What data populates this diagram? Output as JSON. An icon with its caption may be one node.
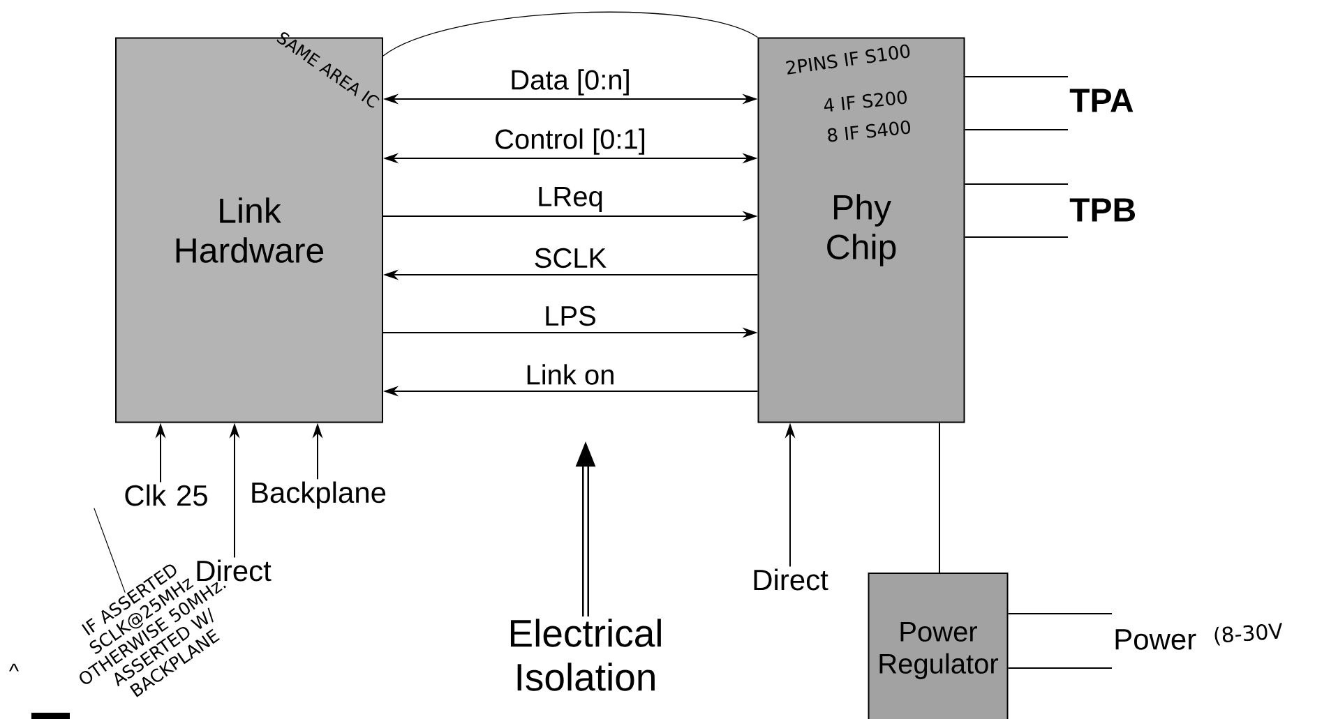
{
  "diagram": {
    "nodes": [
      {
        "text": [
          "Link Hardware"
        ]
      },
      {
        "text": [
          "Phy Chip"
        ]
      },
      {
        "text": [
          "Power Regulator"
        ]
      },
      {
        "text": [
          "Clk 25"
        ]
      },
      {
        "text": [
          "Direct"
        ]
      },
      {
        "text": [
          "Backplane"
        ]
      },
      {
        "text": [
          "Direct"
        ]
      },
      {
        "text": [
          "Electrical Isolation"
        ]
      },
      {
        "text": [
          "TPA"
        ]
      },
      {
        "text": [
          "TPB"
        ]
      },
      {
        "text": [
          "Power"
        ],
        "beside": [
          "(8-30V"
        ]
      },
      {
        "text": [
          "IF ASSERTED SCLK@25MHz OTHERWISE 50MHz. ASSERTED W/ BACKPLANE"
        ]
      }
    ],
    "edges": [
      {
        "from": 0,
        "to": 1,
        "arrow": "both",
        "label": "Data [0:n]"
      },
      {
        "from": 0,
        "to": 1,
        "arrow": "both",
        "label": "Control [0:1]"
      },
      {
        "from": 0,
        "to": 1,
        "arrow": "to",
        "label": "LReq"
      },
      {
        "from": 1,
        "to": 0,
        "arrow": "to",
        "label": "SCLK"
      },
      {
        "from": 0,
        "to": 1,
        "arrow": "to",
        "label": "LPS"
      },
      {
        "from": 1,
        "to": 0,
        "arrow": "to",
        "label": "Link on"
      },
      {
        "from": 3,
        "to": 0,
        "arrow": "to"
      },
      {
        "from": 4,
        "to": 0,
        "arrow": "to"
      },
      {
        "from": 5,
        "to": 0,
        "arrow": "to"
      },
      {
        "from": 6,
        "to": 1,
        "arrow": "to"
      },
      {
        "from": 1,
        "to": 2,
        "arrow": "none"
      },
      {
        "from": 1,
        "to": 8,
        "arrow": "none"
      },
      {
        "from": 1,
        "to": 8,
        "arrow": "none"
      },
      {
        "from": 1,
        "to": 9,
        "arrow": "none"
      },
      {
        "from": 1,
        "to": 9,
        "arrow": "none"
      },
      {
        "from": 2,
        "to": 10,
        "arrow": "none"
      },
      {
        "from": 2,
        "to": 10,
        "arrow": "none"
      },
      {
        "from": 7,
        "to": null,
        "arrow": "to",
        "style": "thick"
      },
      {
        "from": 0,
        "to": 1,
        "arrow": "none"
      },
      {
        "from": 11,
        "to": 3,
        "arrow": "none"
      }
    ],
    "labels": [
      "SAME AREA IC",
      "2PINS IF S100",
      "4 IF S200",
      "8 IF S400",
      "^"
    ]
  }
}
